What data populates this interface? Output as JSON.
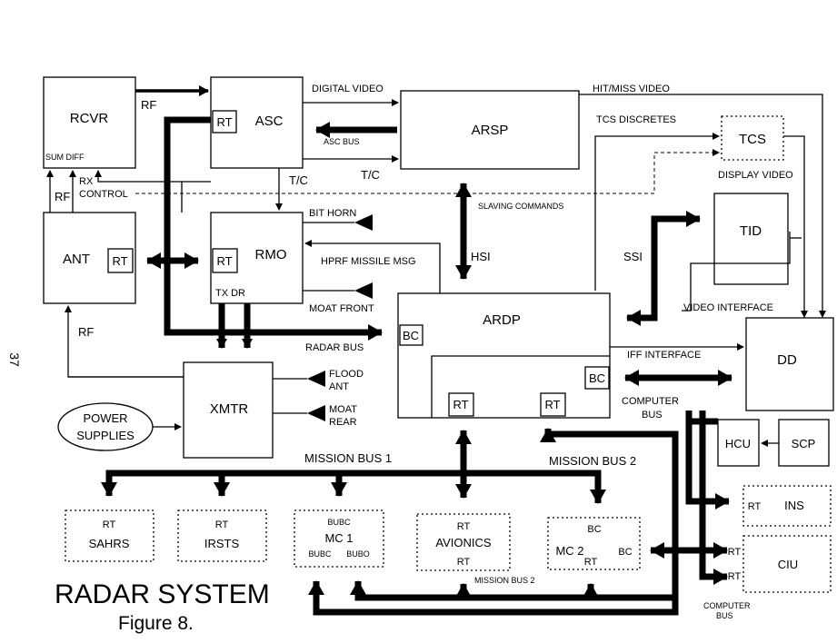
{
  "page_number": "37",
  "title": "RADAR SYSTEM",
  "figure_label": "Figure  8.",
  "blocks": {
    "rcvr": "RCVR",
    "rcvr_sum_diff": "SUM  DIFF",
    "asc": "ASC",
    "arsp": "ARSP",
    "tcs": "TCS",
    "ant": "ANT",
    "rmo": "RMO",
    "rmo_tx_dr": "TX DR",
    "tid": "TID",
    "ardp": "ARDP",
    "dd": "DD",
    "xmtr": "XMTR",
    "power_supplies_1": "POWER",
    "power_supplies_2": "SUPPLIES",
    "hcu": "HCU",
    "scp": "SCP",
    "sahrs": "SAHRS",
    "irsts": "IRSTS",
    "mc1": "MC 1",
    "avionics": "AVIONICS",
    "mc2": "MC 2",
    "ins": "INS",
    "ciu": "CIU"
  },
  "ports": {
    "rt": "RT",
    "bc": "BC",
    "bubc": "BUBC",
    "bubo": "BUBO"
  },
  "signals": {
    "rf_top": "RF",
    "rf_left": "RF",
    "rf_ant": "RF",
    "rx_control_1": "RX",
    "rx_control_2": "CONTROL",
    "digital_video": "DIGITAL VIDEO",
    "hit_miss_video": "HIT/MISS VIDEO",
    "tcs_discretes": "TCS DISCRETES",
    "asc_bus": "ASC BUS",
    "tc_right": "T/C",
    "tc_down": "T/C",
    "display_video": "DISPLAY VIDEO",
    "slaving_commands": "SLAVING COMMANDS",
    "bit_horn": "BIT HORN",
    "hprf_missile_msg": "HPRF MISSILE MSG",
    "hsi": "HSI",
    "ssi": "SSI",
    "moat_front": "MOAT FRONT",
    "video_interface": "VIDEO INTERFACE",
    "radar_bus": "RADAR BUS",
    "iff_interface": "IFF INTERFACE",
    "flood_ant_1": "FLOOD",
    "flood_ant_2": "ANT",
    "moat_rear_1": "MOAT",
    "moat_rear_2": "REAR",
    "computer_bus_1": "COMPUTER",
    "computer_bus_2": "BUS",
    "mission_bus_1": "MISSION  BUS 1",
    "mission_bus_2": "MISSION BUS 2",
    "mission_bus_2_small": "MISSION  BUS 2",
    "computer_bus_small_1": "COMPUTER",
    "computer_bus_small_2": "BUS"
  }
}
